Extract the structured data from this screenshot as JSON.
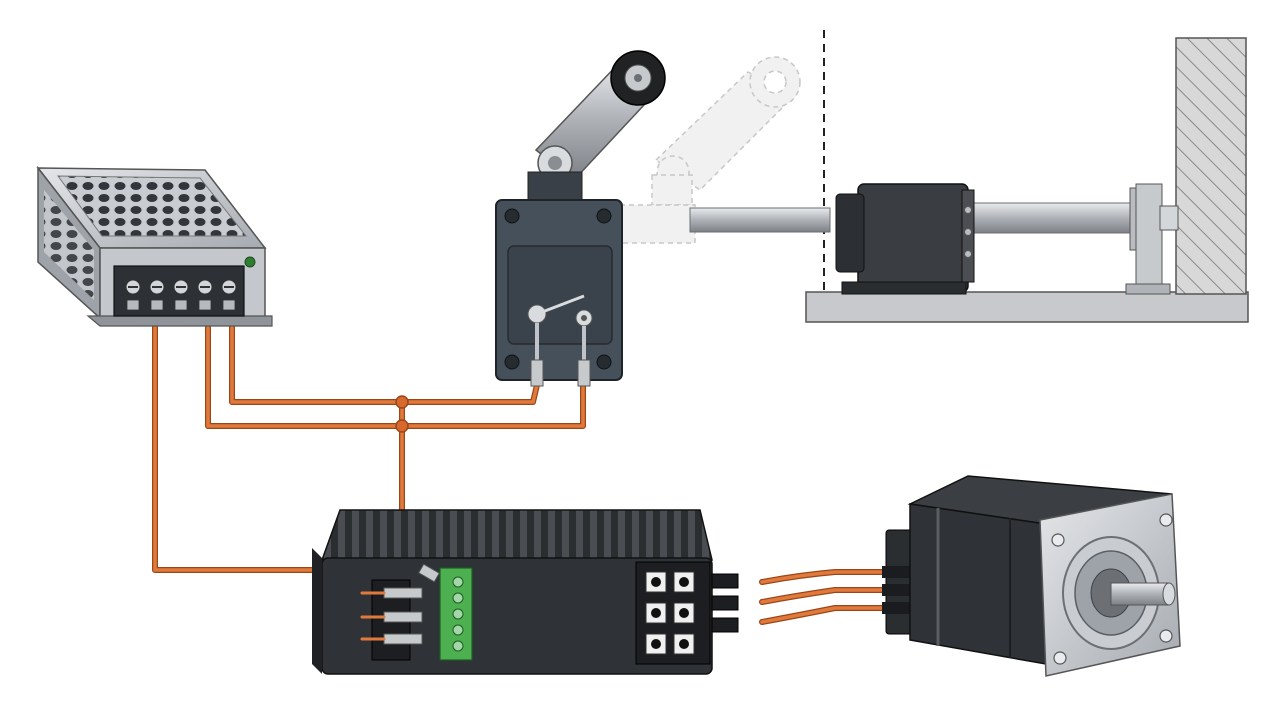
{
  "diagram": {
    "components": [
      {
        "id": "power-supply",
        "icon": "power-supply-icon"
      },
      {
        "id": "limit-switch",
        "icon": "roller-lever-limit-switch-icon"
      },
      {
        "id": "linear-actuator",
        "icon": "linear-actuator-icon"
      },
      {
        "id": "end-stop-wall",
        "icon": "hatched-wall-icon"
      },
      {
        "id": "motor-driver",
        "icon": "motor-driver-icon"
      },
      {
        "id": "stepper-motor",
        "icon": "stepper-motor-icon"
      }
    ],
    "connections": [
      {
        "from": "power-supply",
        "to": "motor-driver"
      },
      {
        "from": "power-supply",
        "to": "limit-switch"
      },
      {
        "from": "limit-switch",
        "to": "motor-driver"
      },
      {
        "from": "motor-driver",
        "to": "stepper-motor"
      }
    ],
    "colors": {
      "wire": "#d8692e",
      "wire_dark": "#9c4618",
      "metal": "#b9bcc0",
      "dark_housing": "#3a3d41",
      "switch_body": "#46505a",
      "terminal_green": "#4caf50",
      "led": "#2e7d32",
      "ghost": "#bcbcbc"
    }
  }
}
